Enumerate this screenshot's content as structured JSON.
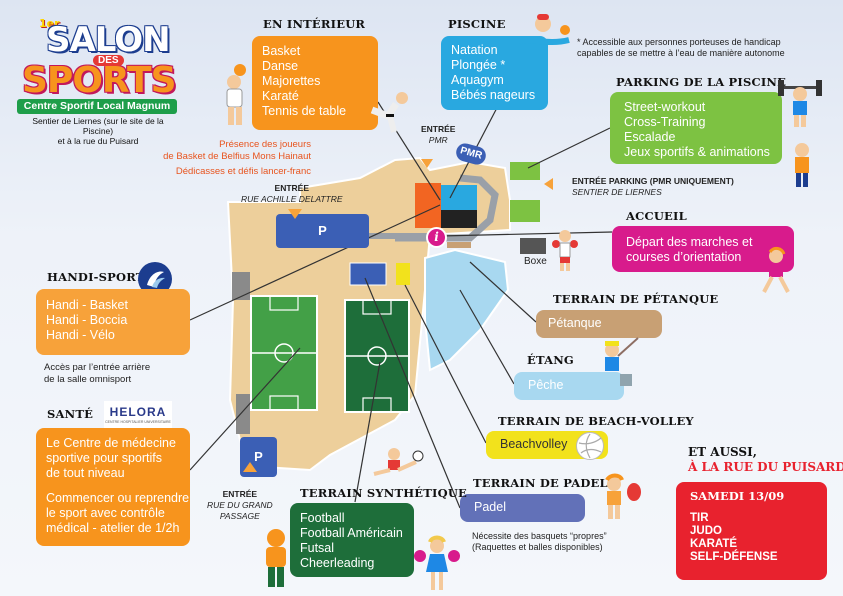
{
  "logo": {
    "edition": "1er",
    "salon": "SALON",
    "des": "DES",
    "sports": "SPORTS",
    "venue": "Centre Sportif Local Magnum",
    "address_line1": "Sentier de Liernes (sur le site de la Piscine)",
    "address_line2": "et à la rue du Puisard"
  },
  "interieur": {
    "heading": "EN INTÉRIEUR",
    "items": [
      "Basket",
      "Danse",
      "Majorettes",
      "Karaté",
      "Tennis de table"
    ],
    "note_line1": "Présence des joueurs",
    "note_line2": "de Basket de Belfius Mons Hainaut",
    "note_line3": "Dédicasses et défis lancer-franc",
    "color": "#f7941d"
  },
  "piscine": {
    "heading": "PISCINE",
    "items": [
      "Natation",
      "Plongée *",
      "Aquagym",
      "Bébés nageurs"
    ],
    "footnote_line1": "* Accessible aux personnes porteuses de handicap",
    "footnote_line2": "capables de se mettre à l’eau de manière autonome",
    "color": "#29a8e0"
  },
  "parking_piscine": {
    "heading": "PARKING DE LA PISCINE",
    "items": [
      "Street-workout",
      "Cross-Training",
      "Escalade",
      "Jeux sportifs & animations"
    ],
    "color": "#7dc242"
  },
  "entrees": {
    "pmr_title": "ENTRÉE",
    "pmr_sub": "PMR",
    "parking_title": "ENTRÉE PARKING (PMR UNIQUEMENT)",
    "parking_sub": "SENTIER DE LIERNES",
    "delattre_title": "ENTRÉE",
    "delattre_sub": "RUE ACHILLE DELATTRE",
    "grand_title": "ENTRÉE",
    "grand_sub1": "RUE DU GRAND",
    "grand_sub2": "PASSAGE"
  },
  "map": {
    "pmr_label": "PMR",
    "p_label": "P",
    "p2_label": "P",
    "boxe_label": "Boxe",
    "info_label": "i"
  },
  "accueil": {
    "heading": "ACCUEIL",
    "items": [
      "Départ des marches et",
      "courses d’orientation"
    ],
    "color": "#d81b8c"
  },
  "handisport": {
    "heading": "HANDI-SPORT",
    "items": [
      "Handi - Basket",
      "Handi - Boccia",
      "Handi - Vélo"
    ],
    "note_line1": "Accès par l’entrée arrière",
    "note_line2": "de la salle omnisport",
    "color": "#f7a23a"
  },
  "petanque": {
    "heading": "TERRAIN DE PÉTANQUE",
    "label": "Pétanque",
    "color": "#c8a074"
  },
  "etang": {
    "heading": "ÉTANG",
    "label": "Pêche",
    "color": "#a8d8f0"
  },
  "sante": {
    "heading": "SANTÉ",
    "partner": "HELORA",
    "partner_sub": "CENTRE HOSPITALIER UNIVERSITAIRE",
    "para1_line1": "Le Centre de médecine",
    "para1_line2": "sportive pour sportifs",
    "para1_line3": "de tout niveau",
    "para2_line1": "Commencer ou reprendre",
    "para2_line2": "le sport avec contrôle",
    "para2_line3": "médical - atelier de 1/2h",
    "color": "#f7941d"
  },
  "beach": {
    "heading": "TERRAIN DE BEACH-VOLLEY",
    "label": "Beachvolley",
    "color": "#f2e21c"
  },
  "padel": {
    "heading": "TERRAIN DE PADEL",
    "label": "Padel",
    "note_line1": "Nécessite des basquets “propres”",
    "note_line2": "(Raquettes et balles disponibles)",
    "color": "#6271b8"
  },
  "synthetique": {
    "heading": "TERRAIN SYNTHÉTIQUE",
    "items": [
      "Football",
      "Football Américain",
      "Futsal",
      "Cheerleading"
    ],
    "color": "#1e6e3a"
  },
  "aussi": {
    "heading_line1": "ET AUSSI,",
    "heading_line2": "À LA RUE DU PUISARD :",
    "date": "SAMEDI 13/09",
    "items": [
      "TIR",
      "JUDO",
      "KARATÉ",
      "SELF-DÉFENSE"
    ],
    "color": "#e8222e"
  }
}
